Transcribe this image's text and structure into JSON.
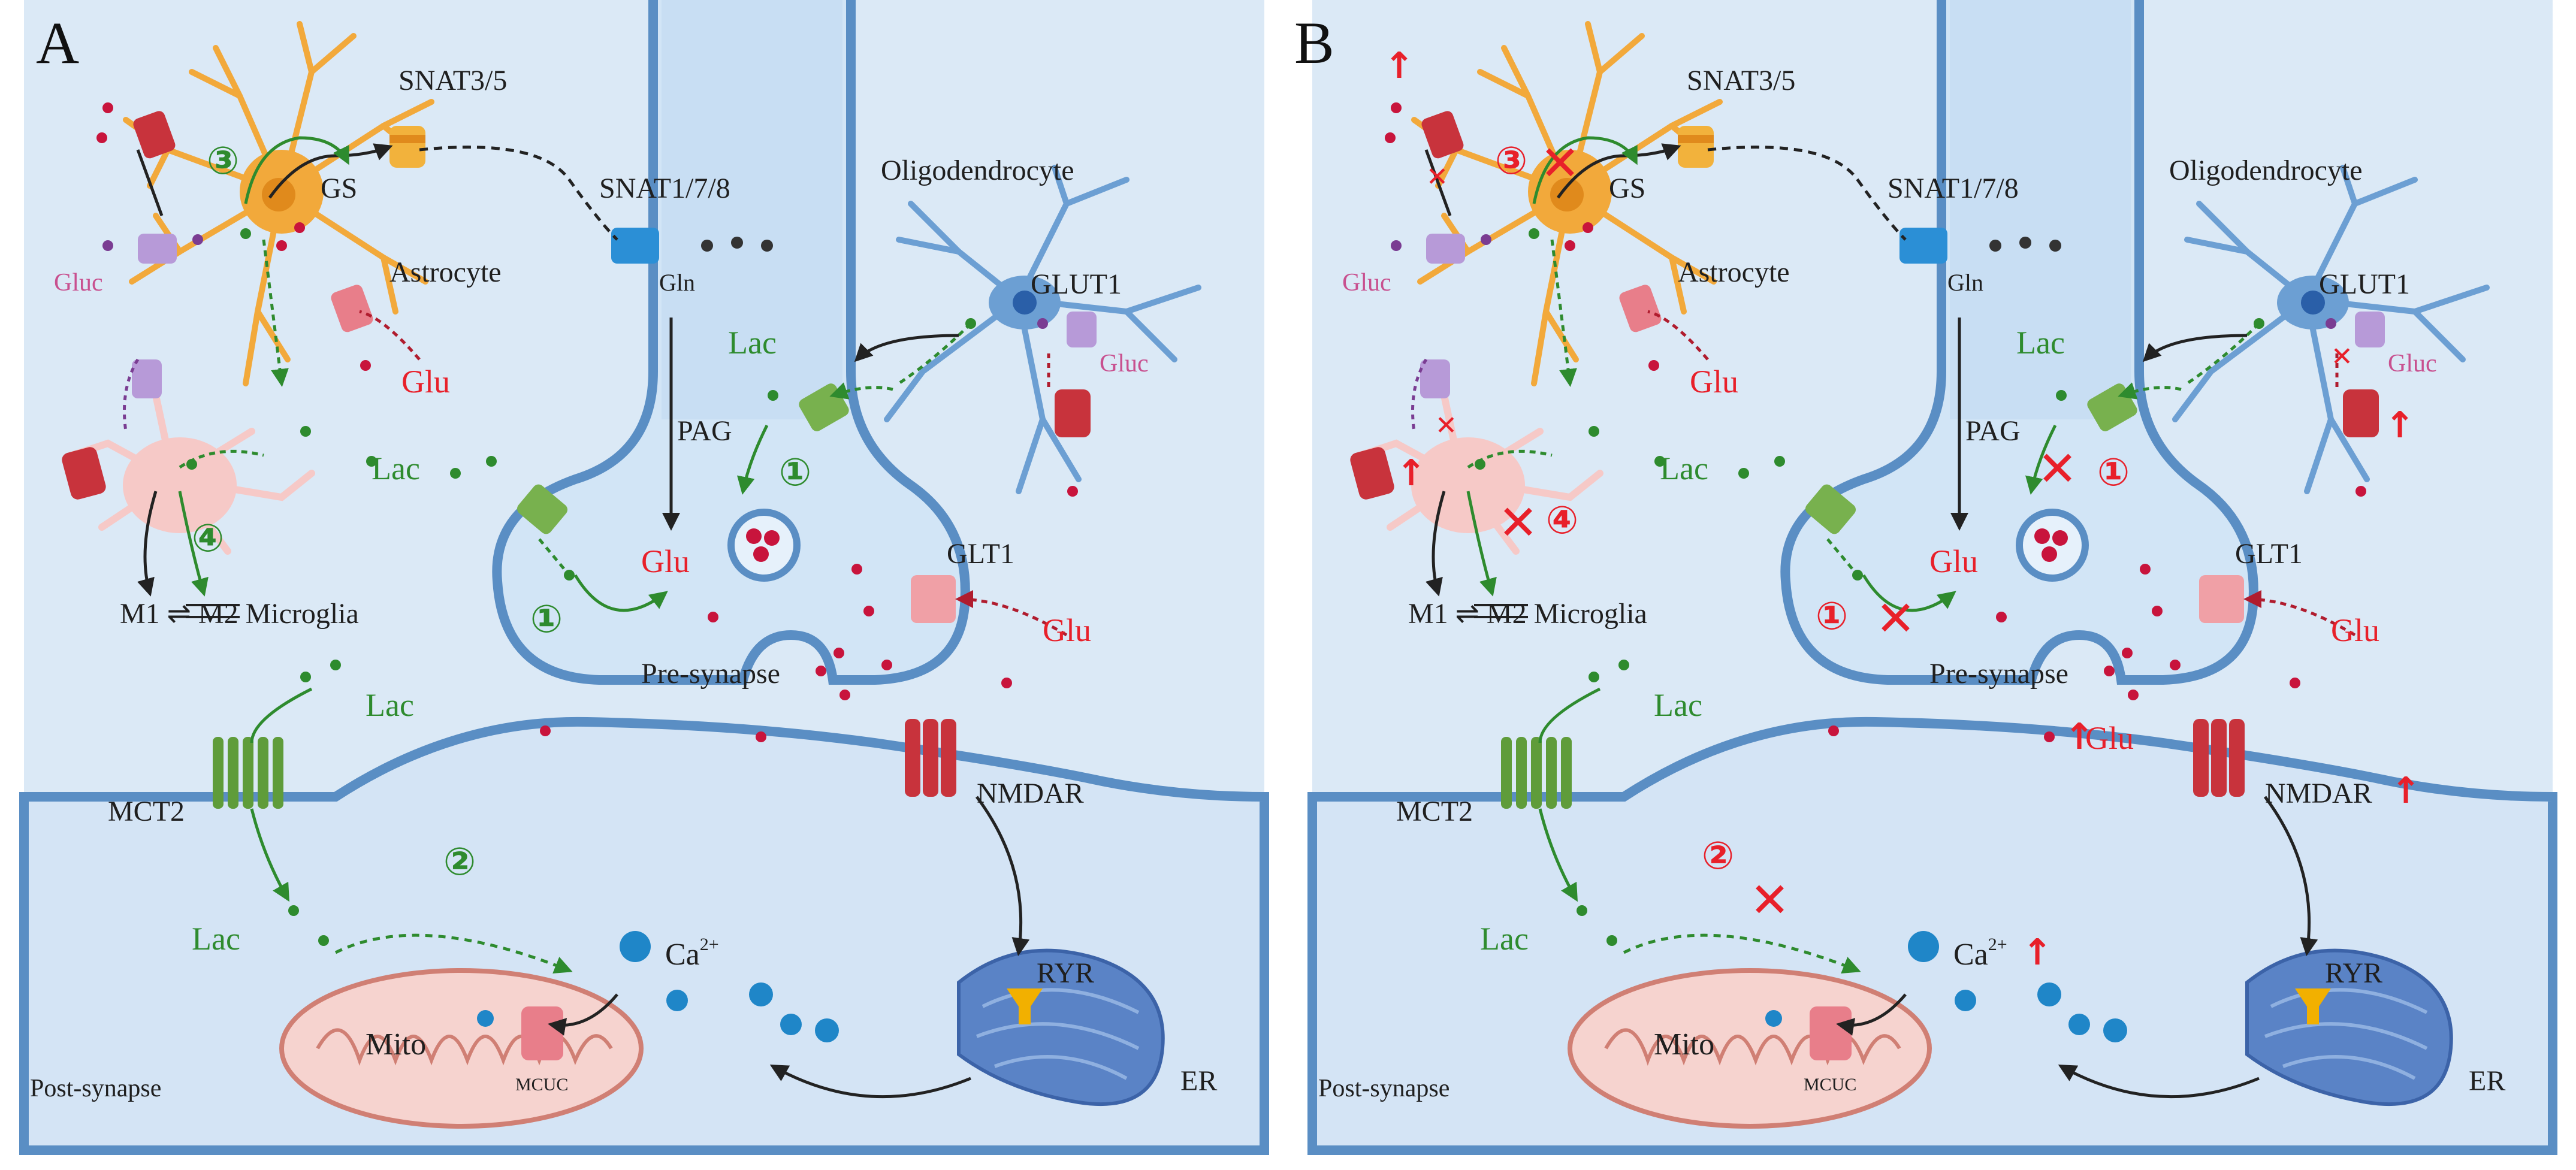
{
  "colors": {
    "background": "#dbe9f6",
    "postsynapse": "#d7e6f6",
    "membrane": "#5a8ec4",
    "astrocyte": "#f2a93b",
    "microglia": "#f6c9c7",
    "oligodendrocyte": "#6c9fd3",
    "lactate_green": "#2e8b2e",
    "glutamate_red": "#c8143c",
    "calcium_blue": "#1f86c8",
    "impaired_red": "#e8202a"
  },
  "panels": [
    {
      "letter": "A",
      "labels": {
        "snat35": "SNAT3/5",
        "gs": "GS",
        "astrocyte": "Astrocyte",
        "snat178": "SNAT1/7/8",
        "gln": "Gln",
        "oligodendrocyte": "Oligodendrocyte",
        "glut1": "GLUT1",
        "gluc_left": "Gluc",
        "gluc_right": "Gluc",
        "glu_astro": "Glu",
        "lac_oligo": "Lac",
        "lac_center": "Lac",
        "pag": "PAG",
        "glu_presyn": "Glu",
        "glt1": "GLT1",
        "glu_right": "Glu",
        "microglia": "M1 ⇌ M2 Microglia",
        "presynapse": "Pre-synapse",
        "lac_mct": "Lac",
        "mct2": "MCT2",
        "nmdar": "NMDAR",
        "lac_post": "Lac",
        "ca": "Ca",
        "ca_sup": "2+",
        "ryr": "RYR",
        "mito": "Mito",
        "mcuc": "MCUC",
        "postsynapse": "Post-synapse",
        "er": "ER"
      },
      "steps": [
        "③",
        "④",
        "①",
        "①",
        "②"
      ]
    },
    {
      "letter": "B",
      "labels": {
        "snat35": "SNAT3/5",
        "gs": "GS",
        "astrocyte": "Astrocyte",
        "snat178": "SNAT1/7/8",
        "gln": "Gln",
        "oligodendrocyte": "Oligodendrocyte",
        "glut1": "GLUT1",
        "gluc_left": "Gluc",
        "gluc_right": "Gluc",
        "glu_astro": "Glu",
        "lac_oligo": "Lac",
        "lac_center": "Lac",
        "pag": "PAG",
        "glu_presyn": "Glu",
        "glt1": "GLT1",
        "glu_right": "Glu",
        "microglia": "M1 ⇌ M2 Microglia",
        "presynapse": "Pre-synapse",
        "lac_mct": "Lac",
        "mct2": "MCT2",
        "nmdar": "NMDAR",
        "lac_post": "Lac",
        "ca": "Ca",
        "ca_sup": "2+",
        "ryr": "RYR",
        "mito": "Mito",
        "mcuc": "MCUC",
        "postsynapse": "Post-synapse",
        "er": "ER",
        "glu_up": "Glu"
      },
      "steps": [
        "③",
        "④",
        "①",
        "①",
        "②"
      ],
      "up_arrow": "↑",
      "block_mark": "✕"
    }
  ]
}
